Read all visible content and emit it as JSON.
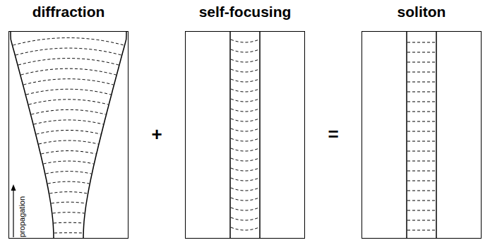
{
  "diagram": {
    "nodes": [
      {
        "text": [
          "diffraction"
        ]
      },
      {
        "text": [
          "self-focusing"
        ]
      },
      {
        "text": [
          "soliton"
        ]
      }
    ],
    "labels": [
      "+",
      "=",
      "propagation"
    ]
  }
}
